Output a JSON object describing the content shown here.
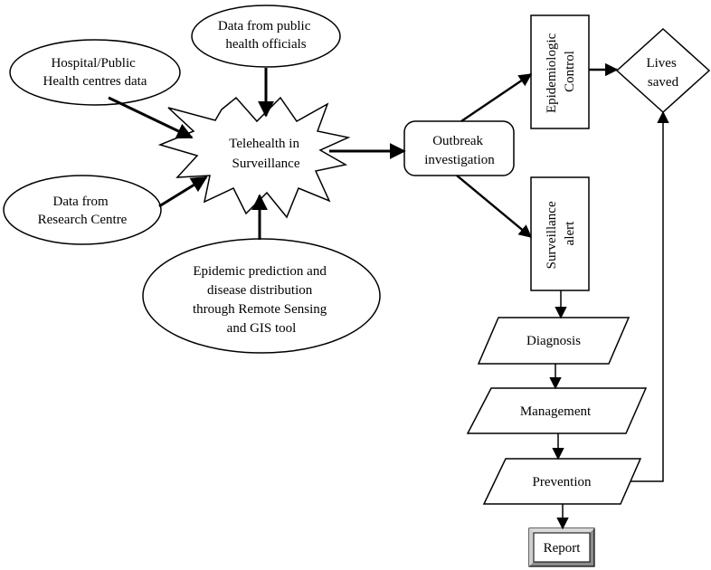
{
  "nodes": {
    "public_health_officials": [
      "Data from public",
      "health officials"
    ],
    "hospital_data": [
      "Hospital/Public",
      "Health centres data"
    ],
    "telehealth": [
      "Telehealth in",
      "Surveillance"
    ],
    "research_centre": [
      "Data from",
      "Research Centre"
    ],
    "epidemic_prediction": [
      "Epidemic prediction and",
      "disease distribution",
      "through Remote Sensing",
      "and GIS tool"
    ],
    "outbreak": [
      "Outbreak",
      "investigation"
    ],
    "epidemiologic_control": [
      "Epidemiologic",
      "Control"
    ],
    "lives_saved": [
      "Lives",
      "saved"
    ],
    "surveillance_alert": [
      "Surveillance",
      "alert"
    ],
    "diagnosis": "Diagnosis",
    "management": "Management",
    "prevention": "Prevention",
    "report": "Report"
  },
  "colors": {
    "stroke": "#000000",
    "fill": "#ffffff",
    "report_bevel": "#8c8c8c"
  }
}
